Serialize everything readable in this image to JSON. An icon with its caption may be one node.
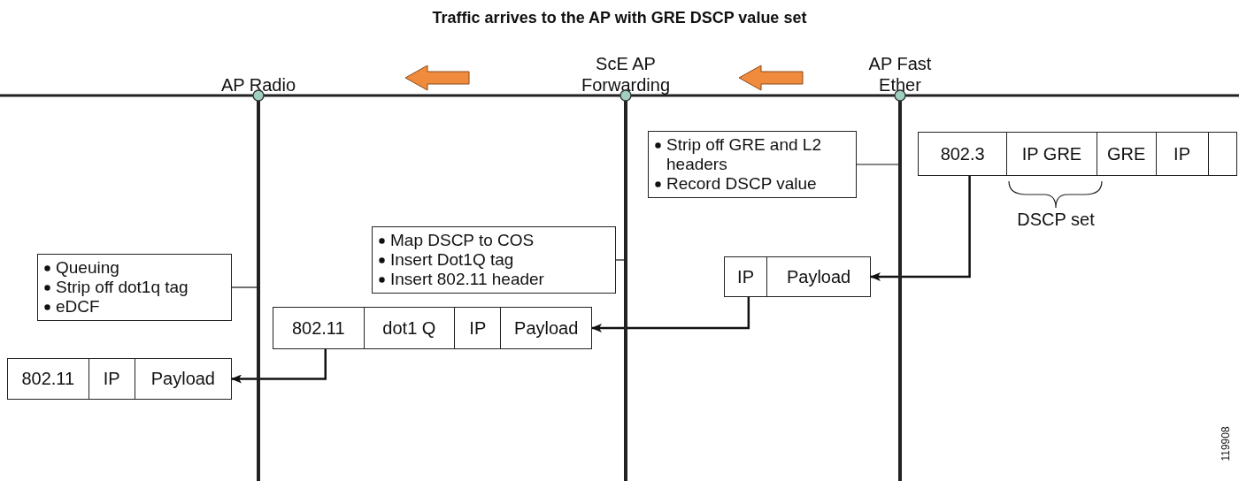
{
  "diagram": {
    "title": "Traffic arrives to the AP with GRE DSCP value set",
    "nodes": [
      {
        "text": [
          "AP Radio"
        ]
      },
      {
        "text": [
          "ScE AP Forwarding"
        ]
      },
      {
        "text": [
          "AP Fast Ether"
        ]
      },
      {
        "text": [
          "802.3",
          "IP GRE",
          "GRE",
          "IP"
        ]
      },
      {
        "text": [
          "Strip off GRE and L2 headers",
          "Record DSCP value"
        ]
      },
      {
        "text": [
          "IP",
          "Payload"
        ]
      },
      {
        "text": [
          "Map DSCP to COS",
          "Insert Dot1Q tag",
          "Insert 802.11 header"
        ]
      },
      {
        "text": [
          "802.11",
          "dot1 Q",
          "IP",
          "Payload"
        ]
      },
      {
        "text": [
          "Queuing",
          "Strip off dot1q tag",
          "eDCF"
        ]
      },
      {
        "text": [
          "802.11",
          "IP",
          "Payload"
        ]
      }
    ],
    "edges": [
      {
        "from": 3,
        "to": 5,
        "arrow": "to"
      },
      {
        "from": 5,
        "to": 7,
        "arrow": "to"
      },
      {
        "from": 7,
        "to": 9,
        "arrow": "to"
      },
      {
        "from": 4,
        "to": 2,
        "arrow": "none"
      },
      {
        "from": 6,
        "to": 1,
        "arrow": "none"
      },
      {
        "from": 8,
        "to": 0,
        "arrow": "none"
      }
    ],
    "labels": [
      "DSCP set",
      "119908"
    ]
  }
}
